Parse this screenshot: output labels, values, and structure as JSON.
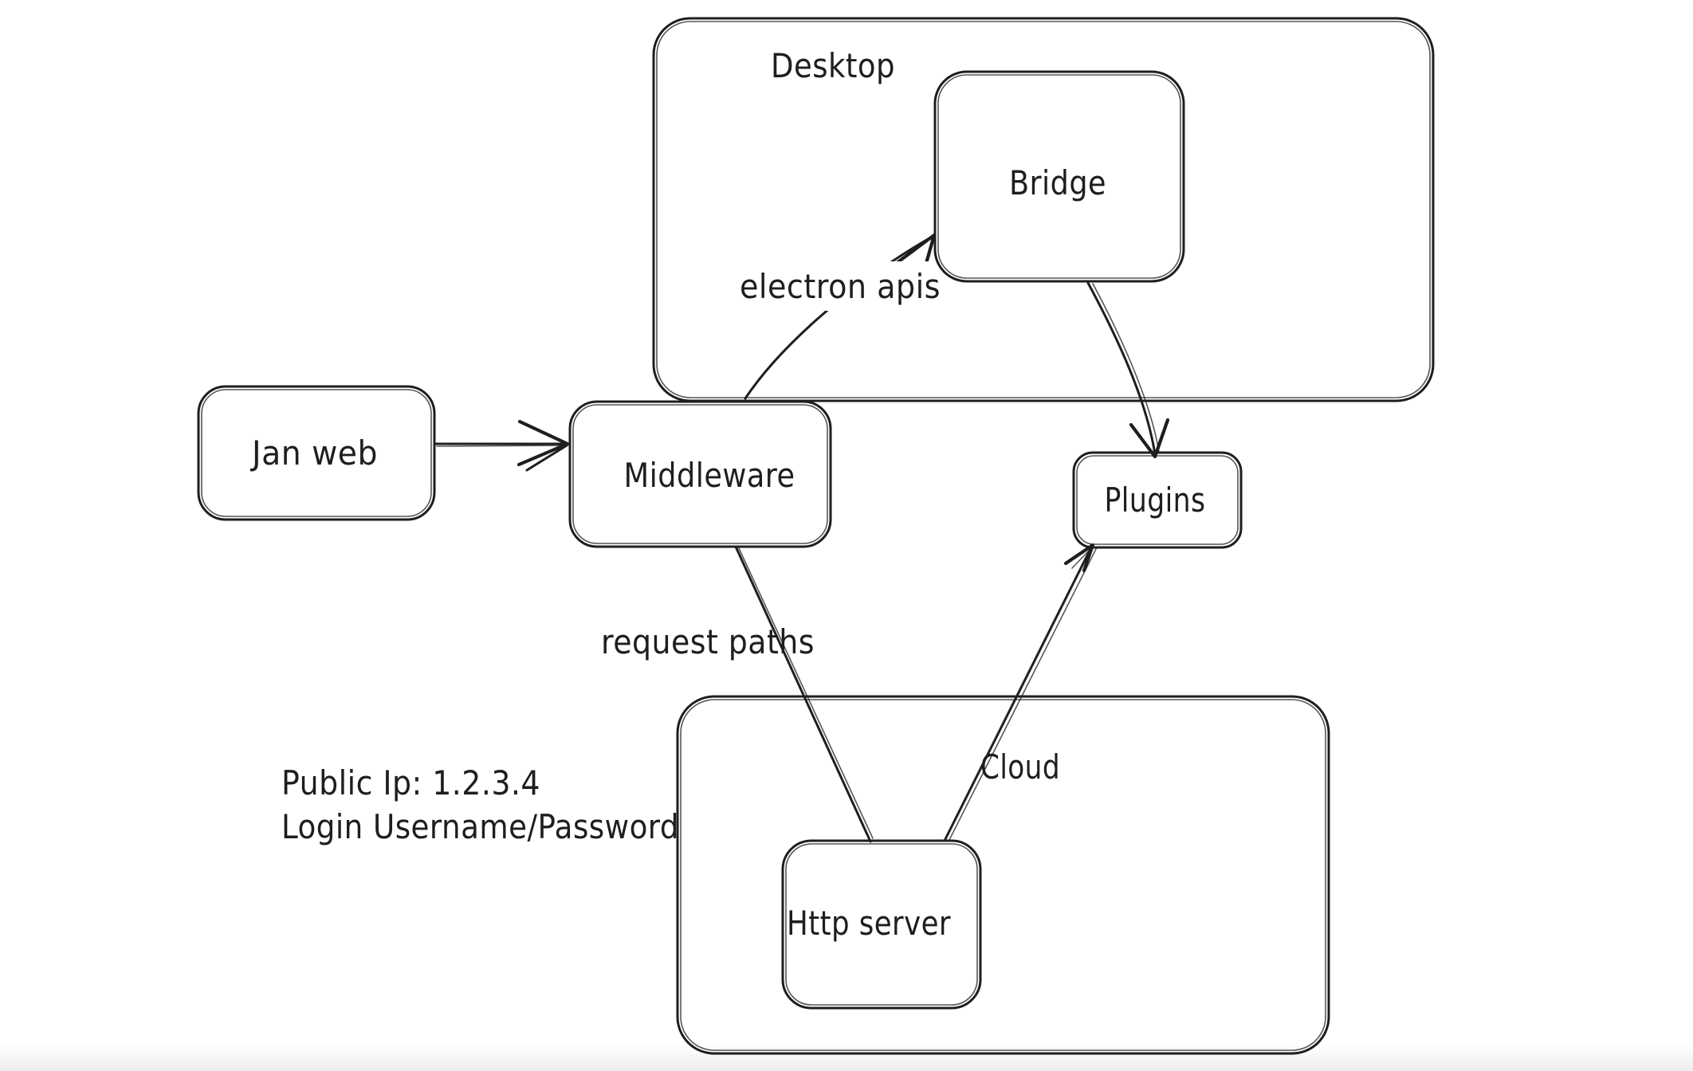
{
  "canvas": {
    "background": "#ffffff",
    "stroke_color": "#1e1e1e"
  },
  "containers": {
    "desktop": {
      "label": "Desktop"
    },
    "cloud": {
      "label": "Cloud"
    }
  },
  "nodes": {
    "jan_web": {
      "label": "Jan web"
    },
    "middleware": {
      "label": "Middleware"
    },
    "bridge": {
      "label": "Bridge"
    },
    "plugins": {
      "label": "Plugins"
    },
    "http_server": {
      "label": "Http server"
    }
  },
  "edges": [
    {
      "from": "Jan web",
      "to": "Middleware",
      "label": ""
    },
    {
      "from": "Middleware",
      "to": "Bridge",
      "label": "electron apis"
    },
    {
      "from": "Bridge",
      "to": "Plugins",
      "label": ""
    },
    {
      "from": "Middleware",
      "to": "Http server",
      "label": "request paths"
    },
    {
      "from": "Http server",
      "to": "Plugins",
      "label": ""
    }
  ],
  "notes": {
    "line1": "Public Ip: 1.2.3.4",
    "line2": "Login Username/Password"
  }
}
